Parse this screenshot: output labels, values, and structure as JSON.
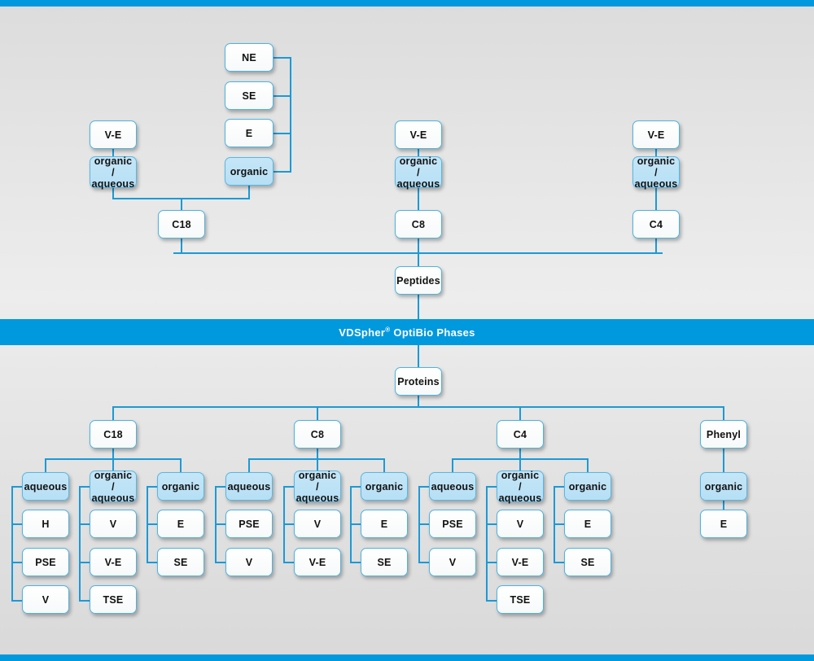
{
  "banner": {
    "text_before": "VDSpher",
    "superscript": "®",
    "text_after": " OptiBio Phases",
    "color": "#0099dd"
  },
  "colors": {
    "accent": "#0099dd",
    "line": "#1b9ad6",
    "box_border": "#4db3e0",
    "box_fill_white": "#ffffff",
    "box_fill_blue": "#bfe3f6",
    "background": "#e4e4e4",
    "text": "#111111"
  },
  "peptides": {
    "root_label": "Peptides",
    "branches": [
      {
        "phase_label": "C18",
        "modes": [
          {
            "mode_label_line1": "organic /",
            "mode_label_line2": "aqueous",
            "highlighted": true,
            "children": [
              {
                "label": "V-E"
              }
            ]
          },
          {
            "mode_label_line1": "organic",
            "mode_label_line2": "",
            "highlighted": true,
            "children": [
              {
                "label": "NE"
              },
              {
                "label": "SE"
              },
              {
                "label": "E"
              }
            ]
          }
        ]
      },
      {
        "phase_label": "C8",
        "modes": [
          {
            "mode_label_line1": "organic /",
            "mode_label_line2": "aqueous",
            "highlighted": true,
            "children": [
              {
                "label": "V-E"
              }
            ]
          }
        ]
      },
      {
        "phase_label": "C4",
        "modes": [
          {
            "mode_label_line1": "organic /",
            "mode_label_line2": "aqueous",
            "highlighted": true,
            "children": [
              {
                "label": "V-E"
              }
            ]
          }
        ]
      }
    ]
  },
  "proteins": {
    "root_label": "Proteins",
    "branches": [
      {
        "phase_label": "C18",
        "modes": [
          {
            "mode_label_line1": "aqueous",
            "mode_label_line2": "",
            "highlighted": true,
            "children": [
              {
                "label": "H"
              },
              {
                "label": "PSE"
              },
              {
                "label": "V"
              }
            ]
          },
          {
            "mode_label_line1": "organic /",
            "mode_label_line2": "aqueous",
            "highlighted": true,
            "children": [
              {
                "label": "V"
              },
              {
                "label": "V-E"
              },
              {
                "label": "TSE"
              }
            ]
          },
          {
            "mode_label_line1": "organic",
            "mode_label_line2": "",
            "highlighted": true,
            "children": [
              {
                "label": "E"
              },
              {
                "label": "SE"
              }
            ]
          }
        ]
      },
      {
        "phase_label": "C8",
        "modes": [
          {
            "mode_label_line1": "aqueous",
            "mode_label_line2": "",
            "highlighted": true,
            "children": [
              {
                "label": "PSE"
              },
              {
                "label": "V"
              }
            ]
          },
          {
            "mode_label_line1": "organic /",
            "mode_label_line2": "aqueous",
            "highlighted": true,
            "children": [
              {
                "label": "V"
              },
              {
                "label": "V-E"
              }
            ]
          },
          {
            "mode_label_line1": "organic",
            "mode_label_line2": "",
            "highlighted": true,
            "children": [
              {
                "label": "E"
              },
              {
                "label": "SE"
              }
            ]
          }
        ]
      },
      {
        "phase_label": "C4",
        "modes": [
          {
            "mode_label_line1": "aqueous",
            "mode_label_line2": "",
            "highlighted": true,
            "children": [
              {
                "label": "PSE"
              },
              {
                "label": "V"
              }
            ]
          },
          {
            "mode_label_line1": "organic /",
            "mode_label_line2": "aqueous",
            "highlighted": true,
            "children": [
              {
                "label": "V"
              },
              {
                "label": "V-E"
              },
              {
                "label": "TSE"
              }
            ]
          },
          {
            "mode_label_line1": "organic",
            "mode_label_line2": "",
            "highlighted": true,
            "children": [
              {
                "label": "E"
              },
              {
                "label": "SE"
              }
            ]
          }
        ]
      },
      {
        "phase_label": "Phenyl",
        "modes": [
          {
            "mode_label_line1": "organic",
            "mode_label_line2": "",
            "highlighted": true,
            "children": [
              {
                "label": "E"
              }
            ]
          }
        ]
      }
    ]
  },
  "nodes": {
    "top": {
      "ne": "NE",
      "se": "SE",
      "e": "E",
      "organic": "organic",
      "ve_left": "V-E",
      "oa_left_1": "organic /",
      "oa_left_2": "aqueous",
      "c18": "C18",
      "ve_mid": "V-E",
      "oa_mid_1": "organic /",
      "oa_mid_2": "aqueous",
      "c8": "C8",
      "ve_right": "V-E",
      "oa_right_1": "organic /",
      "oa_right_2": "aqueous",
      "c4": "C4",
      "peptides": "Peptides"
    },
    "bottom": {
      "proteins": "Proteins",
      "c18": "C18",
      "c8": "C8",
      "c4": "C4",
      "phenyl": "Phenyl",
      "c18_aqueous": "aqueous",
      "c18_oa_1": "organic /",
      "c18_oa_2": "aqueous",
      "c18_organic": "organic",
      "c18_aq_h": "H",
      "c18_aq_pse": "PSE",
      "c18_aq_v": "V",
      "c18_oa_v": "V",
      "c18_oa_ve": "V-E",
      "c18_oa_tse": "TSE",
      "c18_or_e": "E",
      "c18_or_se": "SE",
      "c8_aqueous": "aqueous",
      "c8_oa_1": "organic /",
      "c8_oa_2": "aqueous",
      "c8_organic": "organic",
      "c8_aq_pse": "PSE",
      "c8_aq_v": "V",
      "c8_oa_v": "V",
      "c8_oa_ve": "V-E",
      "c8_or_e": "E",
      "c8_or_se": "SE",
      "c4_aqueous": "aqueous",
      "c4_oa_1": "organic /",
      "c4_oa_2": "aqueous",
      "c4_organic": "organic",
      "c4_aq_pse": "PSE",
      "c4_aq_v": "V",
      "c4_oa_v": "V",
      "c4_oa_ve": "V-E",
      "c4_oa_tse": "TSE",
      "c4_or_e": "E",
      "c4_or_se": "SE",
      "phenyl_organic": "organic",
      "phenyl_or_e": "E"
    }
  }
}
